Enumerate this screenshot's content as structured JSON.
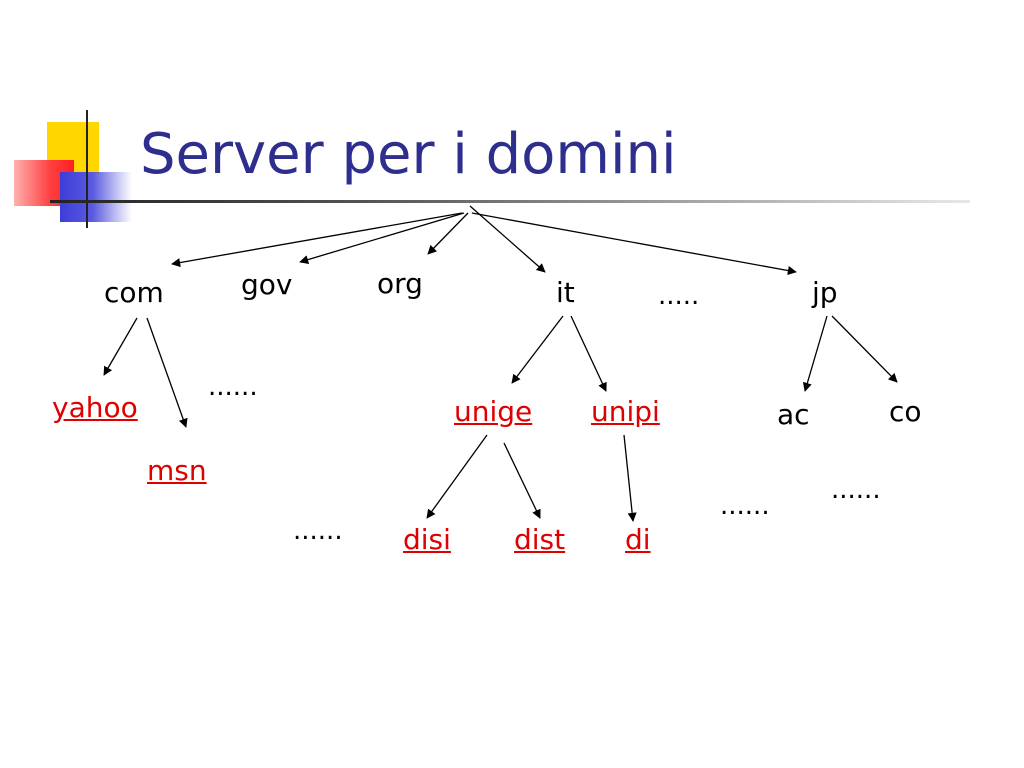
{
  "slide": {
    "title": "Server per i domini"
  },
  "nodes": {
    "com": "com",
    "gov": "gov",
    "org": "org",
    "it": "it",
    "jp": "jp",
    "yahoo": "yahoo",
    "msn": "msn",
    "unige": "unige",
    "unipi": "unipi",
    "ac": "ac",
    "co": "co",
    "disi": "disi",
    "dist": "dist",
    "di": "di"
  },
  "ellipses": {
    "top_level": ".....",
    "com_children": "......",
    "unige_children": "......",
    "jp_children_left": "......",
    "jp_children_right": "......"
  },
  "colors": {
    "title": "#2e2e8f",
    "link": "#e00000",
    "text": "#000000"
  },
  "edges": [
    [
      "root",
      "com"
    ],
    [
      "root",
      "gov"
    ],
    [
      "root",
      "org"
    ],
    [
      "root",
      "it"
    ],
    [
      "root",
      "jp"
    ],
    [
      "com",
      "yahoo"
    ],
    [
      "com",
      "msn"
    ],
    [
      "it",
      "unige"
    ],
    [
      "it",
      "unipi"
    ],
    [
      "jp",
      "ac"
    ],
    [
      "jp",
      "co"
    ],
    [
      "unige",
      "disi"
    ],
    [
      "unige",
      "dist"
    ],
    [
      "unipi",
      "di"
    ]
  ]
}
